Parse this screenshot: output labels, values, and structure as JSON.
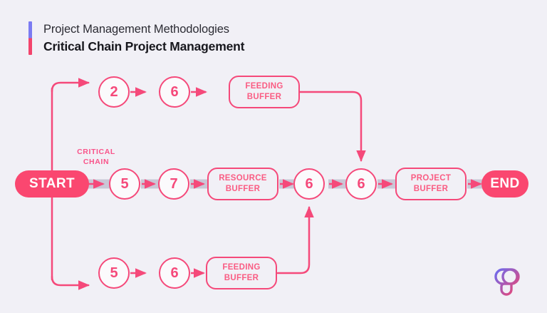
{
  "page": {
    "background_color": "#f1f0f6",
    "accent_blue": "#7b7bf2",
    "accent_pink": "#f3446c",
    "line_color": "#f5497a",
    "critical_band_color": "#c9c7d6"
  },
  "header": {
    "supertitle": "Project Management Methodologies",
    "title": "Critical Chain Project Management"
  },
  "diagram": {
    "critical_chain_label_line1": "CRITICAL",
    "critical_chain_label_line2": "CHAIN",
    "start_label": "START",
    "end_label": "END",
    "critical_chain": {
      "nodes": [
        "5",
        "7",
        "6",
        "6"
      ],
      "resource_buffer_line1": "RESOURCE",
      "resource_buffer_line2": "BUFFER",
      "project_buffer_line1": "PROJECT",
      "project_buffer_line2": "BUFFER"
    },
    "top_branch": {
      "nodes": [
        "2",
        "6"
      ],
      "feeding_buffer_line1": "FEEDING",
      "feeding_buffer_line2": "BUFFER"
    },
    "bottom_branch": {
      "nodes": [
        "5",
        "6"
      ],
      "feeding_buffer_line1": "FEEDING",
      "feeding_buffer_line2": "BUFFER"
    }
  },
  "logo": {
    "name": "brand-logo",
    "gradient_from": "#6b6bf0",
    "gradient_to": "#f3446c"
  }
}
